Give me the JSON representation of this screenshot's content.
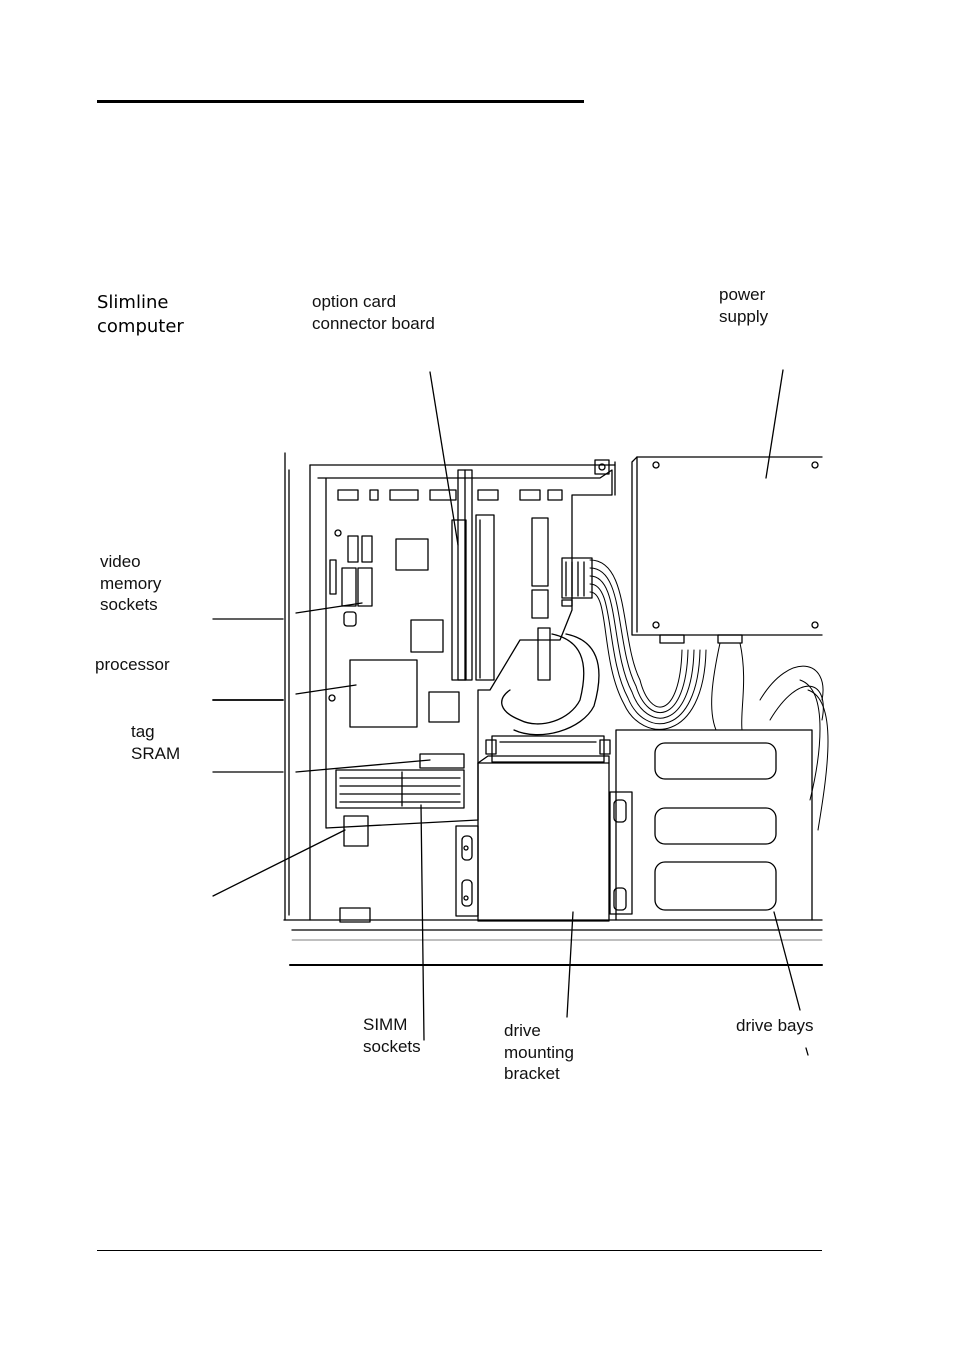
{
  "caption": {
    "line1": "Slimline",
    "line2": "computer"
  },
  "labels": {
    "option_card": {
      "line1": "option card",
      "line2": "connector board"
    },
    "power_supply": {
      "line1": "power",
      "line2": "supply"
    },
    "video_memory": {
      "line1": "video",
      "line2": "memory",
      "line3": "sockets"
    },
    "processor": {
      "line1": "processor"
    },
    "tag_sram": {
      "line1": "tag",
      "line2": "SRAM"
    },
    "simm": {
      "line1": "SIMM",
      "line2": "sockets"
    },
    "drive_bracket": {
      "line1": "drive",
      "line2": "mounting",
      "line3": "bracket"
    },
    "drive_bays": {
      "line1": "drive bays"
    }
  }
}
